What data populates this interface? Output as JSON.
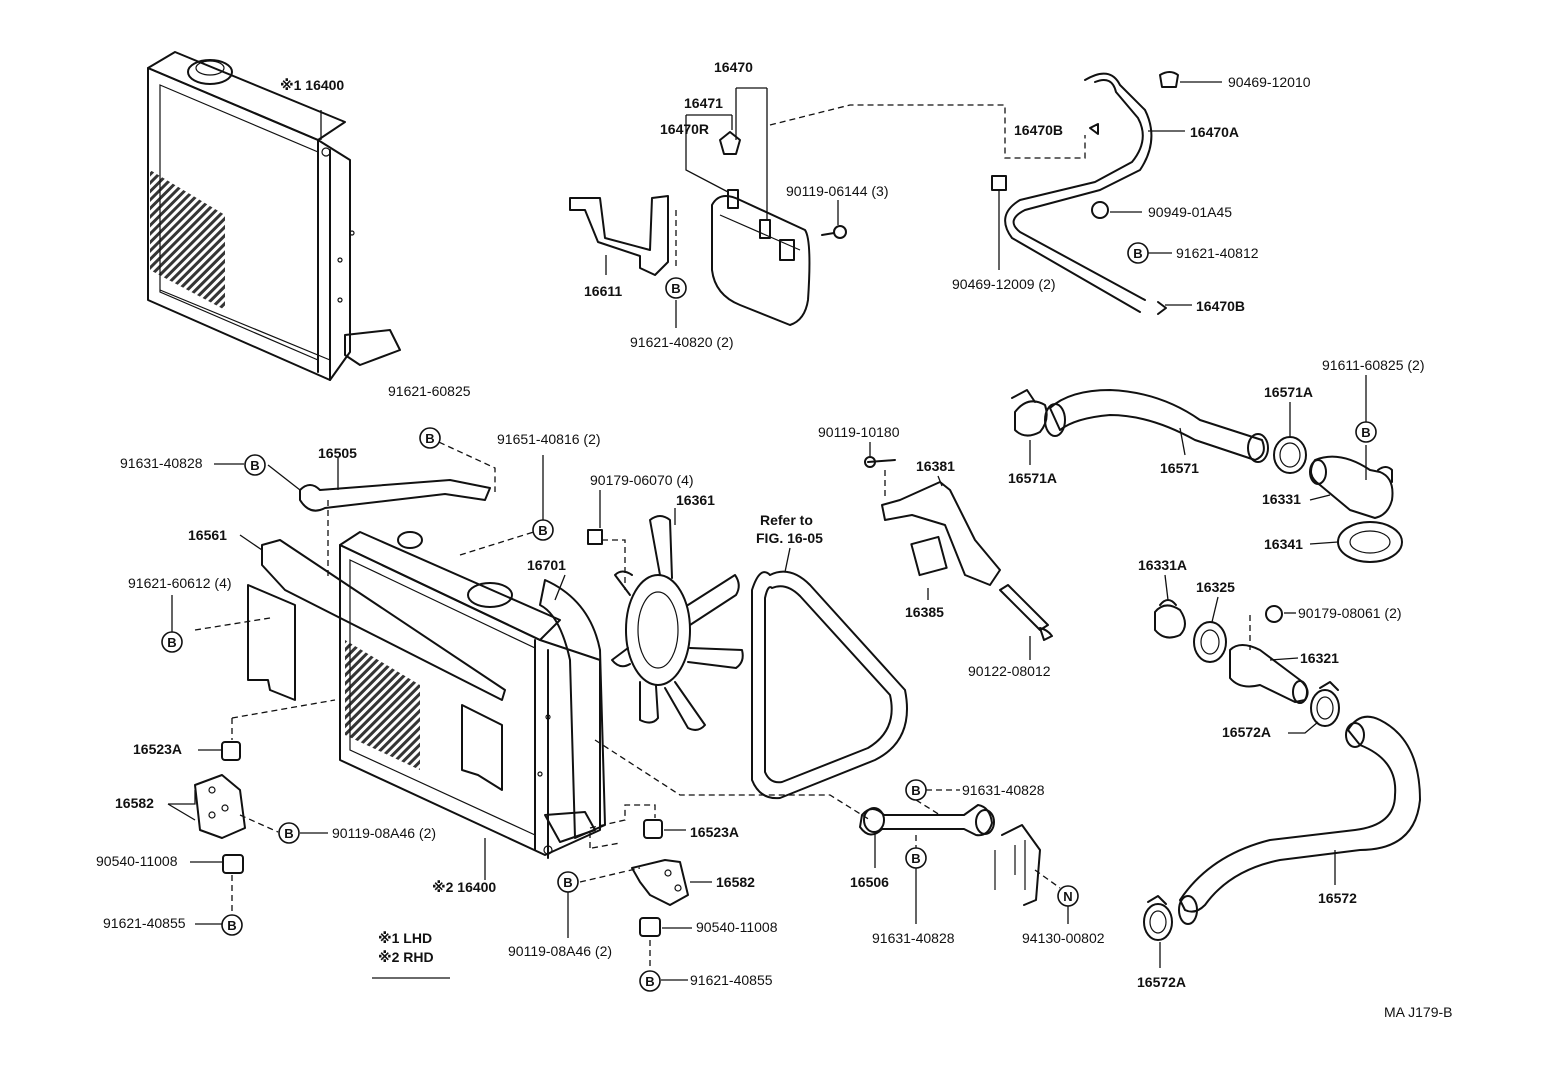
{
  "legend": {
    "lhd": "※1 LHD",
    "rhd": "※2 RHD"
  },
  "code": "MA J179-B",
  "refer_note": {
    "line1": "Refer to",
    "line2": "FIG. 16-05"
  },
  "markers": {
    "b": "B",
    "n": "N"
  },
  "labels": {
    "l_16400_top": "※1 16400",
    "l_16470": "16470",
    "l_16471": "16471",
    "l_16470R": "16470R",
    "l_90119_06144": "90119-06144 (3)",
    "l_16611": "16611",
    "l_91621_40820": "91621-40820 (2)",
    "l_16470B_a": "16470B",
    "l_16470A": "16470A",
    "l_90469_12010": "90469-12010",
    "l_90949_01A45": "90949-01A45",
    "l_91621_40812": "91621-40812",
    "l_90469_12009": "90469-12009 (2)",
    "l_16470B_b": "16470B",
    "l_91621_60825": "91621-60825",
    "l_91651_40816": "91651-40816 (2)",
    "l_91631_40828_a": "91631-40828",
    "l_16505": "16505",
    "l_16561": "16561",
    "l_91621_60612": "91621-60612 (4)",
    "l_90179_06070": "90179-06070 (4)",
    "l_16361": "16361",
    "l_16701": "16701",
    "l_90119_10180": "90119-10180",
    "l_16381": "16381",
    "l_16385": "16385",
    "l_90122_08012": "90122-08012",
    "l_91611_60825": "91611-60825 (2)",
    "l_16571A_a": "16571A",
    "l_16571A_b": "16571A",
    "l_16571": "16571",
    "l_16331": "16331",
    "l_16341": "16341",
    "l_16331A": "16331A",
    "l_16325": "16325",
    "l_90179_08061": "90179-08061 (2)",
    "l_16321": "16321",
    "l_16572A_a": "16572A",
    "l_16572": "16572",
    "l_16572A_b": "16572A",
    "l_16523A_a": "16523A",
    "l_16582_a": "16582",
    "l_90119_08A46_a": "90119-08A46 (2)",
    "l_90540_11008_a": "90540-11008",
    "l_91621_40855_a": "91621-40855",
    "l_16400_bottom": "※2 16400",
    "l_16523A_b": "16523A",
    "l_16582_b": "16582",
    "l_90119_08A46_b": "90119-08A46 (2)",
    "l_90540_11008_b": "90540-11008",
    "l_91621_40855_b": "91621-40855",
    "l_91631_40828_b": "91631-40828",
    "l_16506": "16506",
    "l_91631_40828_c": "91631-40828",
    "l_94130_00802": "94130-00802"
  }
}
